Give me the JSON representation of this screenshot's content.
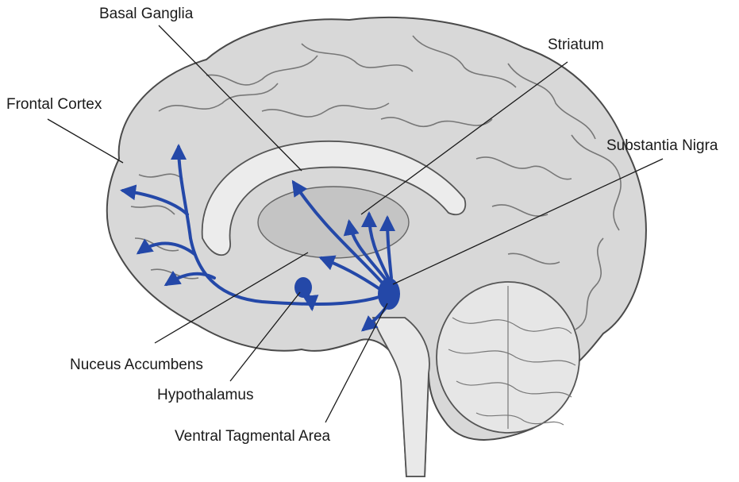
{
  "labels": {
    "basal_ganglia": "Basal Ganglia",
    "striatum": "Striatum",
    "frontal_cortex": "Frontal Cortex",
    "substantia_nigra": "Substantia Nigra",
    "nucleus_accumbens": "Nuceus Accumbens",
    "hypothalamus": "Hypothalamus",
    "ventral_tegmental_area": "Ventral Tagmental Area"
  },
  "colors": {
    "pathway": "#2448a8",
    "brain_fill": "#d8d8d8",
    "brain_outline": "#4a4a4a",
    "leader_line": "#1a1a1a"
  }
}
